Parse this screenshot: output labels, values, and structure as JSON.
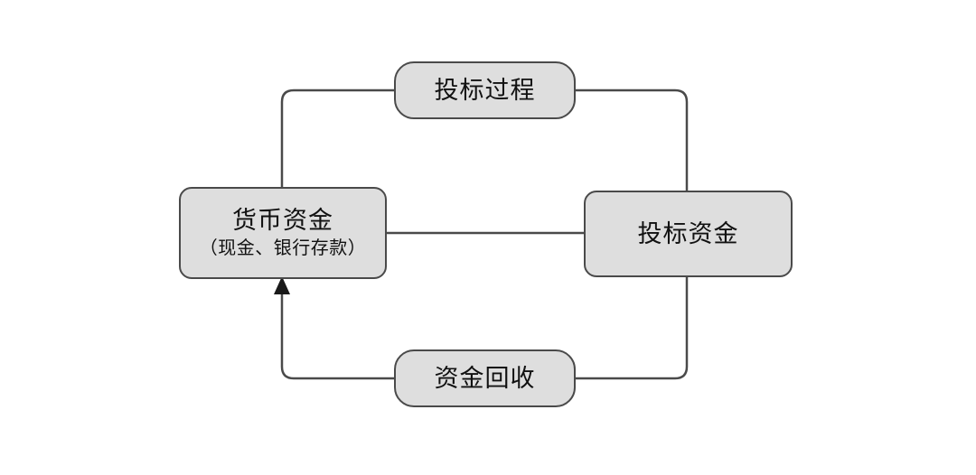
{
  "diagram": {
    "type": "cycle-flowchart",
    "background_color": "#ffffff",
    "node_fill_color": "#dedede",
    "node_border_color": "#4a4a4a",
    "connector_color": "#4a4a4a",
    "text_color": "#111111",
    "nodes": [
      {
        "id": "top",
        "title": "投标过程",
        "subtitle": ""
      },
      {
        "id": "left",
        "title": "货币资金",
        "subtitle": "（现金、银行存款）"
      },
      {
        "id": "right",
        "title": "投标资金",
        "subtitle": ""
      },
      {
        "id": "bottom",
        "title": "资金回收",
        "subtitle": ""
      }
    ],
    "connectors": [
      {
        "id": "left-to-top",
        "from": "left",
        "to": "top",
        "arrowhead": "none"
      },
      {
        "id": "top-to-right",
        "from": "top",
        "to": "right",
        "arrowhead": "none"
      },
      {
        "id": "left-to-right",
        "from": "left",
        "to": "right",
        "arrowhead": "none"
      },
      {
        "id": "right-to-bottom",
        "from": "right",
        "to": "bottom",
        "arrowhead": "none"
      },
      {
        "id": "bottom-to-left",
        "from": "bottom",
        "to": "left",
        "arrowhead": "up"
      }
    ]
  }
}
